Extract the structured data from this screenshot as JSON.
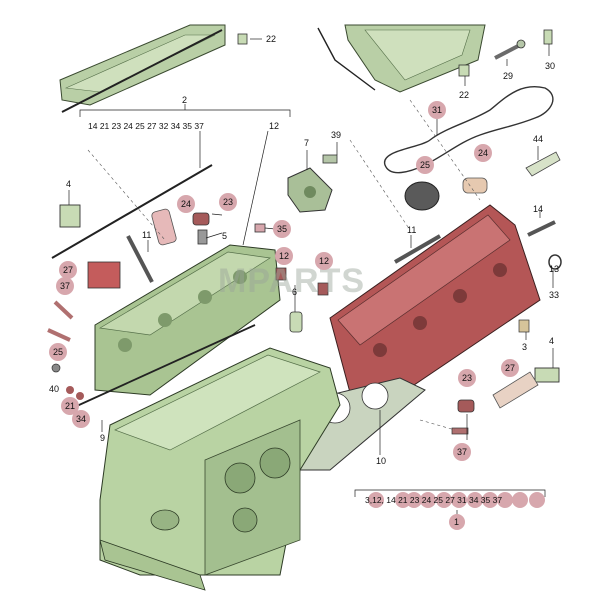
{
  "watermark": {
    "text": "MPARTS"
  },
  "labels": [
    {
      "id": "l22a",
      "text": "22"
    },
    {
      "id": "l2",
      "text": "2"
    },
    {
      "id": "l2row",
      "text": "14 21 23 24 25 27 32 34 35 37"
    },
    {
      "id": "l12top",
      "text": "12"
    },
    {
      "id": "l29",
      "text": "29"
    },
    {
      "id": "l30",
      "text": "30"
    },
    {
      "id": "l22b",
      "text": "22"
    },
    {
      "id": "l31",
      "text": "31"
    },
    {
      "id": "l7",
      "text": "7"
    },
    {
      "id": "l39",
      "text": "39"
    },
    {
      "id": "l25a",
      "text": "25"
    },
    {
      "id": "l24a",
      "text": "24"
    },
    {
      "id": "l44",
      "text": "44"
    },
    {
      "id": "l4a",
      "text": "4"
    },
    {
      "id": "l24b",
      "text": "24"
    },
    {
      "id": "l23a",
      "text": "23"
    },
    {
      "id": "l35",
      "text": "35"
    },
    {
      "id": "l11a",
      "text": "11"
    },
    {
      "id": "l5",
      "text": "5"
    },
    {
      "id": "l11b",
      "text": "11"
    },
    {
      "id": "l14",
      "text": "14"
    },
    {
      "id": "l27a",
      "text": "27"
    },
    {
      "id": "l12a",
      "text": "12"
    },
    {
      "id": "l12b",
      "text": "12"
    },
    {
      "id": "l37a",
      "text": "37"
    },
    {
      "id": "l6",
      "text": "6"
    },
    {
      "id": "l13",
      "text": "13"
    },
    {
      "id": "l33",
      "text": "33"
    },
    {
      "id": "l25b",
      "text": "25"
    },
    {
      "id": "l3",
      "text": "3"
    },
    {
      "id": "l4b",
      "text": "4"
    },
    {
      "id": "l40",
      "text": "40"
    },
    {
      "id": "l27b",
      "text": "27"
    },
    {
      "id": "l21",
      "text": "21"
    },
    {
      "id": "l34",
      "text": "34"
    },
    {
      "id": "l23b",
      "text": "23"
    },
    {
      "id": "l9",
      "text": "9"
    },
    {
      "id": "l37b",
      "text": "37"
    },
    {
      "id": "l10",
      "text": "10"
    },
    {
      "id": "l1row",
      "text": "3,12, 14 21 23 24 25 27 31 34 35 37"
    },
    {
      "id": "l1",
      "text": "1"
    }
  ]
}
